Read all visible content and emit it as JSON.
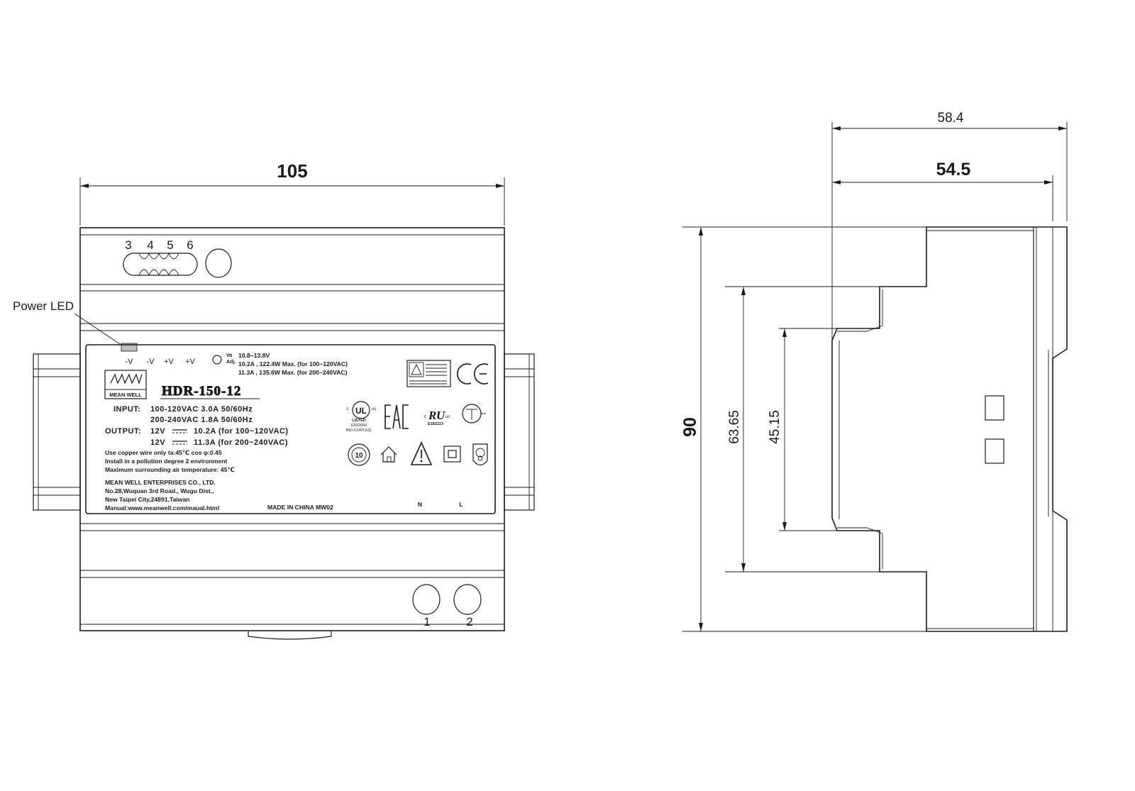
{
  "front_view": {
    "width_dim": "105",
    "power_led_label": "Power LED",
    "top_terminal_numbers": [
      "3",
      "4",
      "5",
      "6"
    ],
    "bottom_terminal_numbers": [
      "1",
      "2"
    ],
    "output_terminal_labels": [
      "-V",
      "-V",
      "+V",
      "+V"
    ],
    "vo_adj": [
      "Vo",
      "Adj."
    ],
    "vo_range": "10.8~13.8V",
    "rating_line_1": "10.2A , 122.4W Max. (for 100~120VAC)",
    "rating_line_2": "11.3A , 135.6W Max. (for 200~240VAC)",
    "brand": "MEAN WELL",
    "model": "HDR-150-12",
    "input_label": "INPUT:",
    "input_line_1": "100-120VAC  3.0A   50/60Hz",
    "input_line_2": "200-240VAC  1.8A   50/60Hz",
    "output_label": "OUTPUT:",
    "output_line_1_v": "12V",
    "output_line_1_rest": "10.2A  (for 100~120VAC)",
    "output_line_2_v": "12V",
    "output_line_2_rest": "11.3A  (for 200~240VAC)",
    "note_1": "Use copper wire only   ta:45℃   cos φ:0.45",
    "note_2": "Install in a  pollution degree 2 environment",
    "note_3": "Maximum surrounding air temperature: 45℃",
    "company_1": "MEAN WELL ENTERPRISES CO., LTD.",
    "company_2": "No.28,Wuquan 3rd Road., Wugu Dist.,",
    "company_3": "New Taipei City,24891,Taiwan",
    "company_4": "Manual:www.meanwell.com/maual.html",
    "made_in": "MADE IN CHINA  MW02",
    "ul_listed": [
      "LISTED",
      "E502660",
      "IND.CONT.EQ."
    ],
    "ru_file": "E183223",
    "input_terminal_labels": [
      "N",
      "L"
    ]
  },
  "side_view": {
    "depth_overall": "58.4",
    "depth_body": "54.5",
    "height": "90",
    "height_step_1": "63.65",
    "height_step_2": "45.15"
  }
}
